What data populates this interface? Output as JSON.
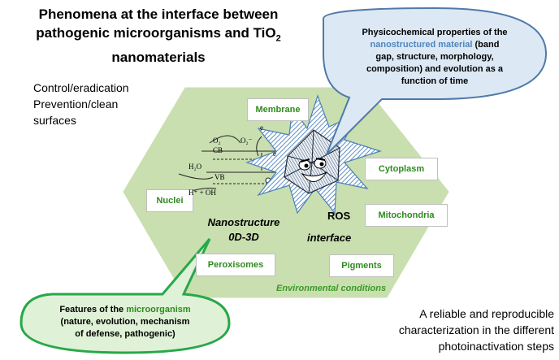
{
  "title": {
    "line1": "Phenomena at the interface between",
    "line2a": "pathogenic microorganisms and TiO",
    "line2sub": "2",
    "line3": "nanomaterials"
  },
  "control": {
    "line1": "Control/eradication",
    "line2": "Prevention/clean",
    "line3": "surfaces"
  },
  "material_bubble": {
    "pre": "Physicochemical properties of the",
    "highlight": "nanostructured material",
    "post1": " (band",
    "line3": "gap, structure, morphology,",
    "line4": "composition) and evolution as a",
    "line5": "function of time"
  },
  "micro_bubble": {
    "pre": "Features of the ",
    "highlight": "microorganism",
    "line2": "(nature, evolution, mechanism",
    "line3": "of defense, pathogenic)"
  },
  "boxes": {
    "membrane": "Membrane",
    "cytoplasm": "Cytoplasm",
    "nuclei": "Nuclei",
    "mitochondria": "Mitochondria",
    "peroxisomes": "Peroxisomes",
    "pigments": "Pigments"
  },
  "nano": {
    "line1": "Nanostructure",
    "line2": "0D-3D"
  },
  "ros": "ROS",
  "interface": "interface",
  "environmental": "Environmental conditions",
  "reliable": {
    "line1": "A reliable and reproducible",
    "line2": "characterization in the different",
    "line3": "photoinactivation steps"
  },
  "band": {
    "o2a": "O₂",
    "o2b": "O₂⁻",
    "cb": "CB",
    "vb": "VB",
    "e1": "e",
    "e2": "e",
    "h2o": "H₂O",
    "oh": "H⁺ + OH"
  },
  "colors": {
    "hexagon": "#c9dfb0",
    "star": "#5f8fc4",
    "green": "#2e8b1e",
    "blue_text": "#4f86bd",
    "bubble_blue": "#dce8f4",
    "bubble_green": "#dff1d6"
  }
}
